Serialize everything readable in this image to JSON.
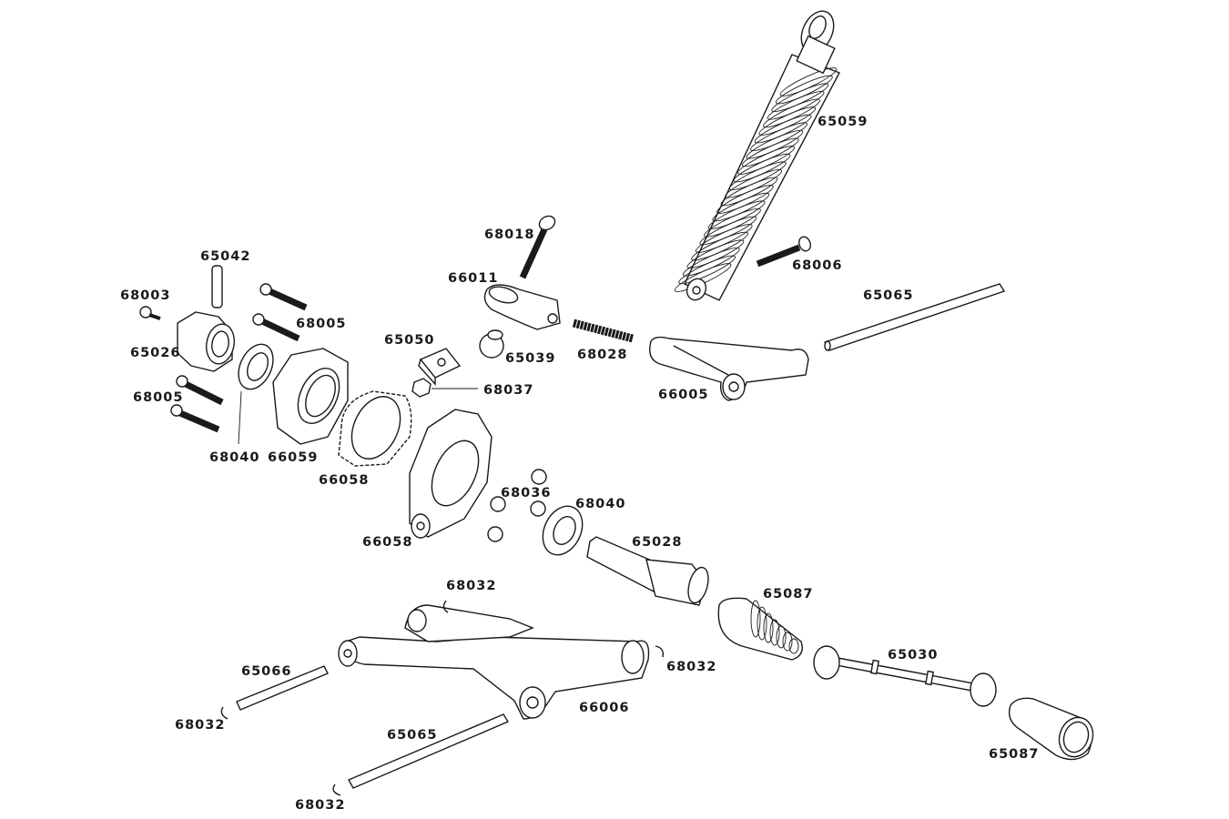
{
  "diagram": {
    "title": "Rear suspension exploded parts view",
    "labels": [
      {
        "id": "shock",
        "text": "65059"
      },
      {
        "id": "shock-bolt",
        "text": "68006"
      },
      {
        "id": "turnbuckle-screw",
        "text": "68018"
      },
      {
        "id": "rod-end",
        "text": "66011"
      },
      {
        "id": "pin-top",
        "text": "65042"
      },
      {
        "id": "set-screw",
        "text": "68003"
      },
      {
        "id": "bolts-upper",
        "text": "68005"
      },
      {
        "id": "hub",
        "text": "65026"
      },
      {
        "id": "bolts-lower",
        "text": "68005"
      },
      {
        "id": "bearing-left",
        "text": "68040"
      },
      {
        "id": "carrier",
        "text": "66059"
      },
      {
        "id": "gasket",
        "text": "66058"
      },
      {
        "id": "pillow-block",
        "text": "65050"
      },
      {
        "id": "ball",
        "text": "65039"
      },
      {
        "id": "turnbuckle",
        "text": "68028"
      },
      {
        "id": "nut-small",
        "text": "68037"
      },
      {
        "id": "upper-arm",
        "text": "66005"
      },
      {
        "id": "upper-pin",
        "text": "65065"
      },
      {
        "id": "knuckle",
        "text": "66058"
      },
      {
        "id": "nuts",
        "text": "68036"
      },
      {
        "id": "bearing-right",
        "text": "68040"
      },
      {
        "id": "cup",
        "text": "65028"
      },
      {
        "id": "eclip-top",
        "text": "68032"
      },
      {
        "id": "boot-upper",
        "text": "65087"
      },
      {
        "id": "eclip-right",
        "text": "68032"
      },
      {
        "id": "driveshaft",
        "text": "65030"
      },
      {
        "id": "lower-pin-short",
        "text": "65066"
      },
      {
        "id": "eclip-left",
        "text": "68032"
      },
      {
        "id": "lower-arm",
        "text": "66006"
      },
      {
        "id": "lower-pin-long",
        "text": "65065"
      },
      {
        "id": "eclip-bottom",
        "text": "68032"
      },
      {
        "id": "boot-lower",
        "text": "65087"
      }
    ]
  }
}
